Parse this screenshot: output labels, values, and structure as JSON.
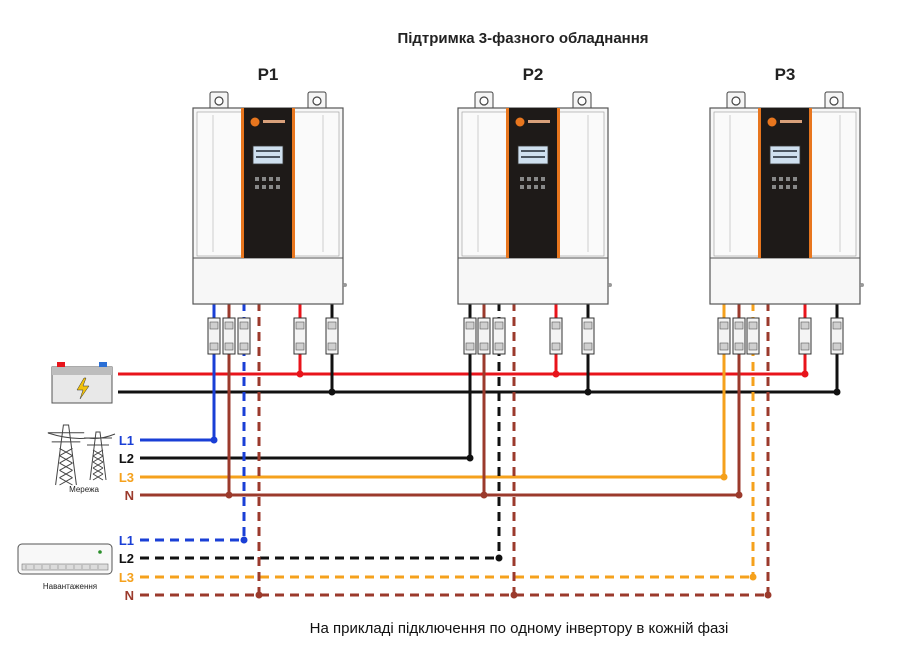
{
  "title": "Підтримка 3-фазного обладнання",
  "caption": "На прикладі підключення по одному інвертору в кожній фазі",
  "inverters": [
    {
      "label": "P1"
    },
    {
      "label": "P2"
    },
    {
      "label": "P3"
    }
  ],
  "grid": {
    "caption": "Мережа",
    "lines": [
      {
        "label": "L1",
        "color": "#1a3fd6"
      },
      {
        "label": "L2",
        "color": "#111111"
      },
      {
        "label": "L3",
        "color": "#f5a11c"
      },
      {
        "label": "N",
        "color": "#9b3a2c"
      }
    ]
  },
  "load": {
    "caption": "Навантаження",
    "lines": [
      {
        "label": "L1",
        "color": "#1a3fd6"
      },
      {
        "label": "L2",
        "color": "#111111"
      },
      {
        "label": "L3",
        "color": "#f5a11c"
      },
      {
        "label": "N",
        "color": "#9b3a2c"
      }
    ]
  },
  "colors": {
    "battery_positive": "#e8141b",
    "battery_negative": "#111111",
    "inverter_accent": "#e8761e",
    "inverter_panel": "#1e1a18"
  },
  "icons": [
    "battery-icon",
    "power-tower-icon",
    "air-conditioner-icon"
  ]
}
